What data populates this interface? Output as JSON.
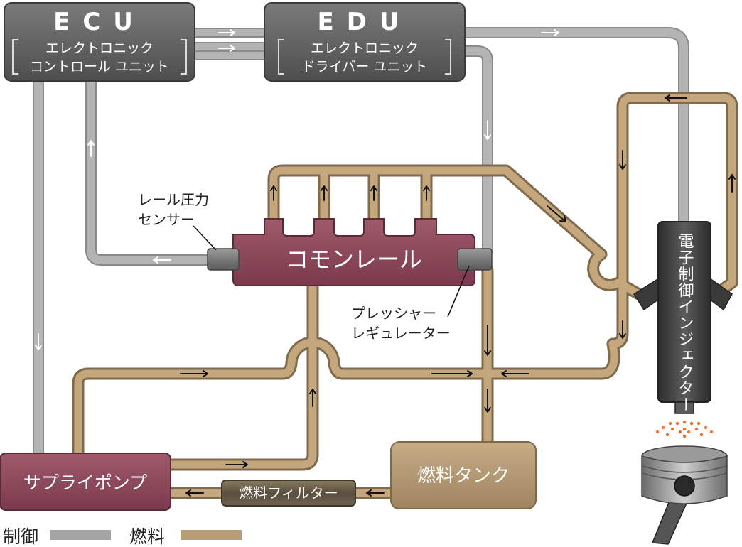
{
  "ecu": {
    "title": "ECU",
    "line1": "エレクトロニック",
    "line2": "コントロール ユニット"
  },
  "edu": {
    "title": "EDU",
    "line1": "エレクトロニック",
    "line2": "ドライバー ユニット"
  },
  "common_rail": {
    "label": "コモンレール"
  },
  "rail_sensor": {
    "line1": "レール圧力",
    "line2": "センサー"
  },
  "pressure_regulator": {
    "line1": "プレッシャー",
    "line2": "レギュレーター"
  },
  "injector": {
    "label": "電子制御インジェクター"
  },
  "supply_pump": {
    "label": "サプライポンプ"
  },
  "fuel_filter": {
    "label": "燃料フィルター"
  },
  "fuel_tank": {
    "label": "燃料タンク"
  },
  "legend": {
    "control_label": "制御",
    "control_color": "#a4a4a4",
    "fuel_label": "燃料",
    "fuel_color": "#b89d74"
  },
  "colors": {
    "control_line": "#a4a4a4",
    "fuel_line": "#b89d74",
    "unit_box": "#5f5f5f",
    "rail": "#8e4b5c",
    "pump": "#8e4b5c",
    "tank": "#b49a74",
    "filter": "#6a5e4a",
    "injector": "#4a4a4a",
    "spray": "#f07030"
  }
}
